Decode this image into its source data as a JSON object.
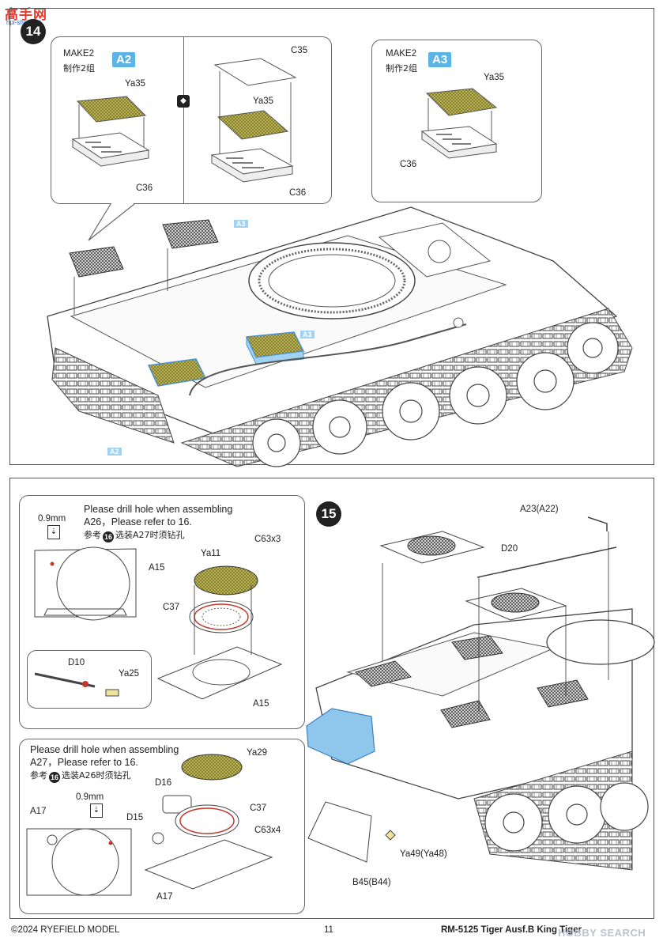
{
  "watermark": {
    "logo_text": "高手网",
    "url": "hpi-shop.net"
  },
  "step14": {
    "number": "14",
    "callout_left": {
      "make": "MAKE2",
      "make_cn": "制作2组",
      "badge": "A2",
      "parts": [
        "Ya35",
        "C36"
      ]
    },
    "callout_mid": {
      "parts": [
        "C35",
        "Ya35",
        "C36"
      ]
    },
    "callout_right": {
      "make": "MAKE2",
      "make_cn": "制作2组",
      "badge": "A3",
      "parts": [
        "Ya35",
        "C36"
      ]
    },
    "tags": [
      "A3",
      "A3",
      "A2"
    ]
  },
  "step15": {
    "number": "15",
    "box1": {
      "note_en": "Please drill hole when assembling A26，Please refer to 16.",
      "note_cn_pre": "参考",
      "note_cn_ref": "16",
      "note_cn_post": "选装A27时须钻孔",
      "drill": "0.9mm",
      "parts": [
        "A15",
        "Ya11",
        "C63x3",
        "C37",
        "A15"
      ],
      "inset_parts": [
        "D10",
        "Ya25"
      ]
    },
    "box2": {
      "note_en": "Please drill hole when assembling A27，Please refer to 16.",
      "note_cn_pre": "参考",
      "note_cn_ref": "16",
      "note_cn_post": "选装A26时须钻孔",
      "drill": "0.9mm",
      "parts": [
        "Ya29",
        "D16",
        "A17",
        "C37",
        "D15",
        "C63x4",
        "A17"
      ]
    },
    "main_parts": [
      "A23(A22)",
      "D20",
      "Ya49(Ya48)",
      "B45(B44)"
    ]
  },
  "footer": {
    "copyright": "©2024 RYEFIELD MODEL",
    "page": "11",
    "product": "RM-5125 Tiger Ausf.B King Tiger",
    "watermark": "HOBBY SEARCH"
  }
}
